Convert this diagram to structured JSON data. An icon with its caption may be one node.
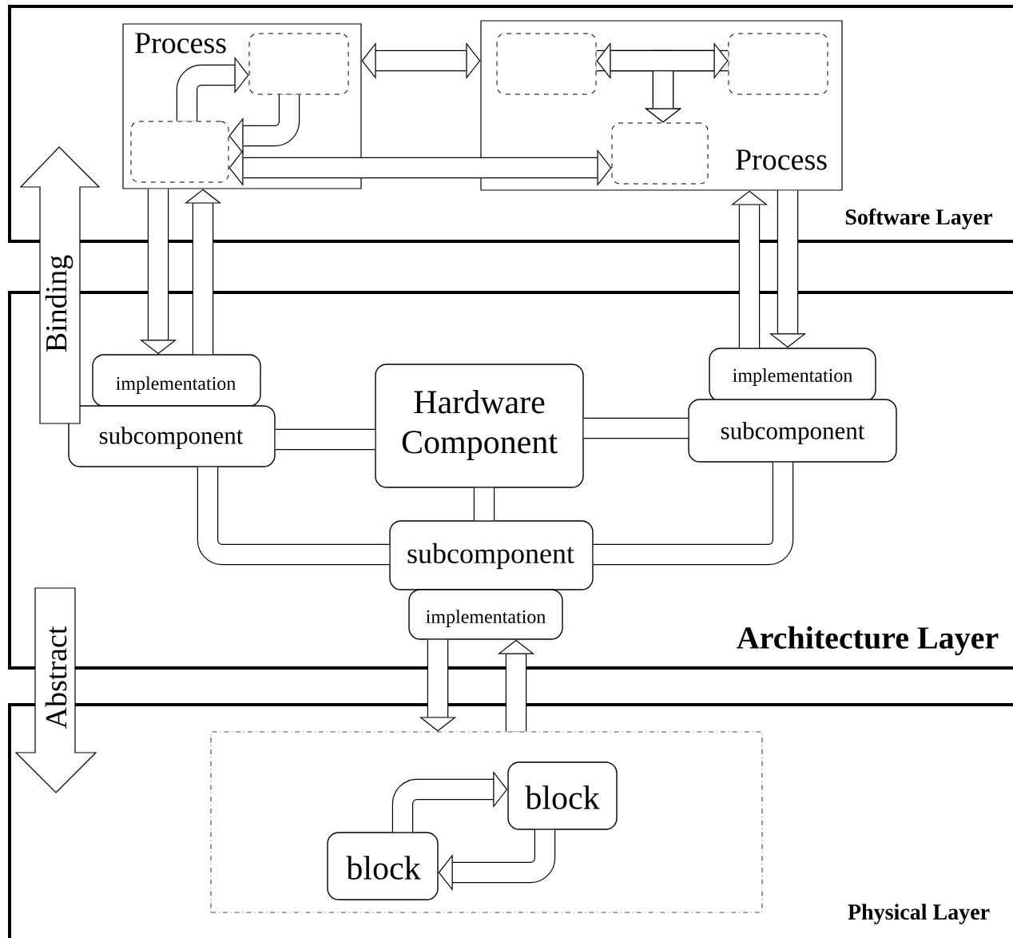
{
  "diagram": {
    "nodes": [
      {
        "text": [
          "Software Layer"
        ]
      },
      {
        "text": [
          "Process"
        ],
        "in": 0
      },
      {
        "text": [],
        "shape": "box",
        "in": 1
      },
      {
        "text": [],
        "shape": "box",
        "in": 1
      },
      {
        "text": [
          "Process"
        ],
        "in": 0
      },
      {
        "text": [],
        "shape": "box",
        "in": 4
      },
      {
        "text": [],
        "shape": "box",
        "in": 4
      },
      {
        "text": [],
        "shape": "box",
        "in": 4
      },
      {
        "text": [
          "Architecture Layer"
        ]
      },
      {
        "text": [
          "implementation"
        ],
        "in": 8
      },
      {
        "text": [
          "subcomponent"
        ],
        "in": 8
      },
      {
        "text": [
          "Hardware Component"
        ],
        "in": 8
      },
      {
        "text": [
          "implementation"
        ],
        "in": 8
      },
      {
        "text": [
          "subcomponent"
        ],
        "in": 8
      },
      {
        "text": [
          "subcomponent"
        ],
        "in": 8
      },
      {
        "text": [
          "implementation"
        ],
        "in": 8
      },
      {
        "text": [
          "Physical Layer"
        ]
      },
      {
        "text": [],
        "shape": "box",
        "in": 16
      },
      {
        "text": [
          "block"
        ],
        "in": 17
      },
      {
        "text": [
          "block"
        ],
        "in": 17
      }
    ],
    "edges": [
      {
        "from": 1,
        "to": 4,
        "arrow": "both"
      },
      {
        "from": 3,
        "to": 2,
        "arrow": "to"
      },
      {
        "from": 2,
        "to": 3,
        "arrow": "to"
      },
      {
        "from": 5,
        "to": 6,
        "arrow": "both"
      },
      {
        "from": 5,
        "to": 7,
        "arrow": "to"
      },
      {
        "from": 6,
        "to": 7,
        "arrow": "to"
      },
      {
        "from": 3,
        "to": 7,
        "arrow": "both"
      },
      {
        "from": 1,
        "to": 9,
        "arrow": "to"
      },
      {
        "from": 9,
        "to": 1,
        "arrow": "to"
      },
      {
        "from": 4,
        "to": 12,
        "arrow": "to"
      },
      {
        "from": 12,
        "to": 4,
        "arrow": "to"
      },
      {
        "from": 10,
        "to": 11,
        "arrow": "none"
      },
      {
        "from": 11,
        "to": 13,
        "arrow": "none"
      },
      {
        "from": 11,
        "to": 14,
        "arrow": "none"
      },
      {
        "from": 10,
        "to": 14,
        "arrow": "none"
      },
      {
        "from": 13,
        "to": 14,
        "arrow": "none"
      },
      {
        "from": 15,
        "to": 17,
        "arrow": "to"
      },
      {
        "from": 17,
        "to": 15,
        "arrow": "to"
      },
      {
        "from": 19,
        "to": 18,
        "arrow": "to"
      },
      {
        "from": 18,
        "to": 19,
        "arrow": "to"
      }
    ],
    "labels": [
      "Binding",
      "Abstract"
    ]
  }
}
